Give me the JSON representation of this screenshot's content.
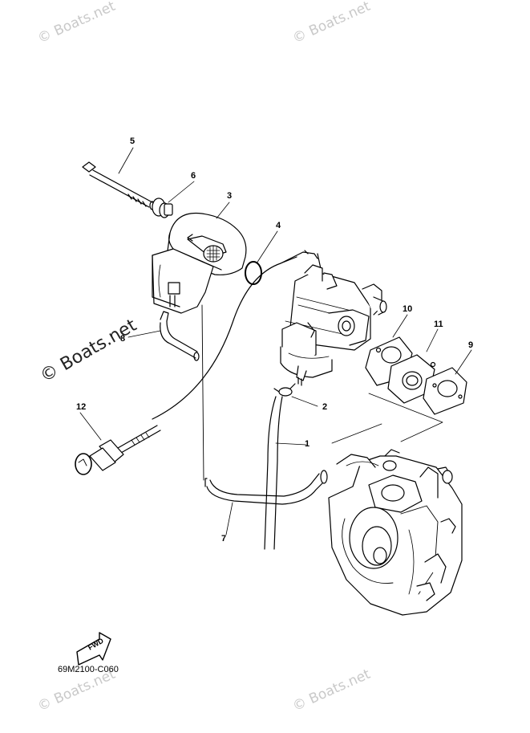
{
  "watermarks": {
    "text": "© Boats.net",
    "prominent": "© Boats.net"
  },
  "callouts": [
    "1",
    "2",
    "3",
    "4",
    "5",
    "6",
    "7",
    "8",
    "9",
    "10",
    "11",
    "12"
  ],
  "diagram_code": "69M2100-C060",
  "fwd_label": "FWD",
  "colors": {
    "line": "#000000",
    "watermark": "#c9c9c9",
    "background": "#ffffff"
  }
}
